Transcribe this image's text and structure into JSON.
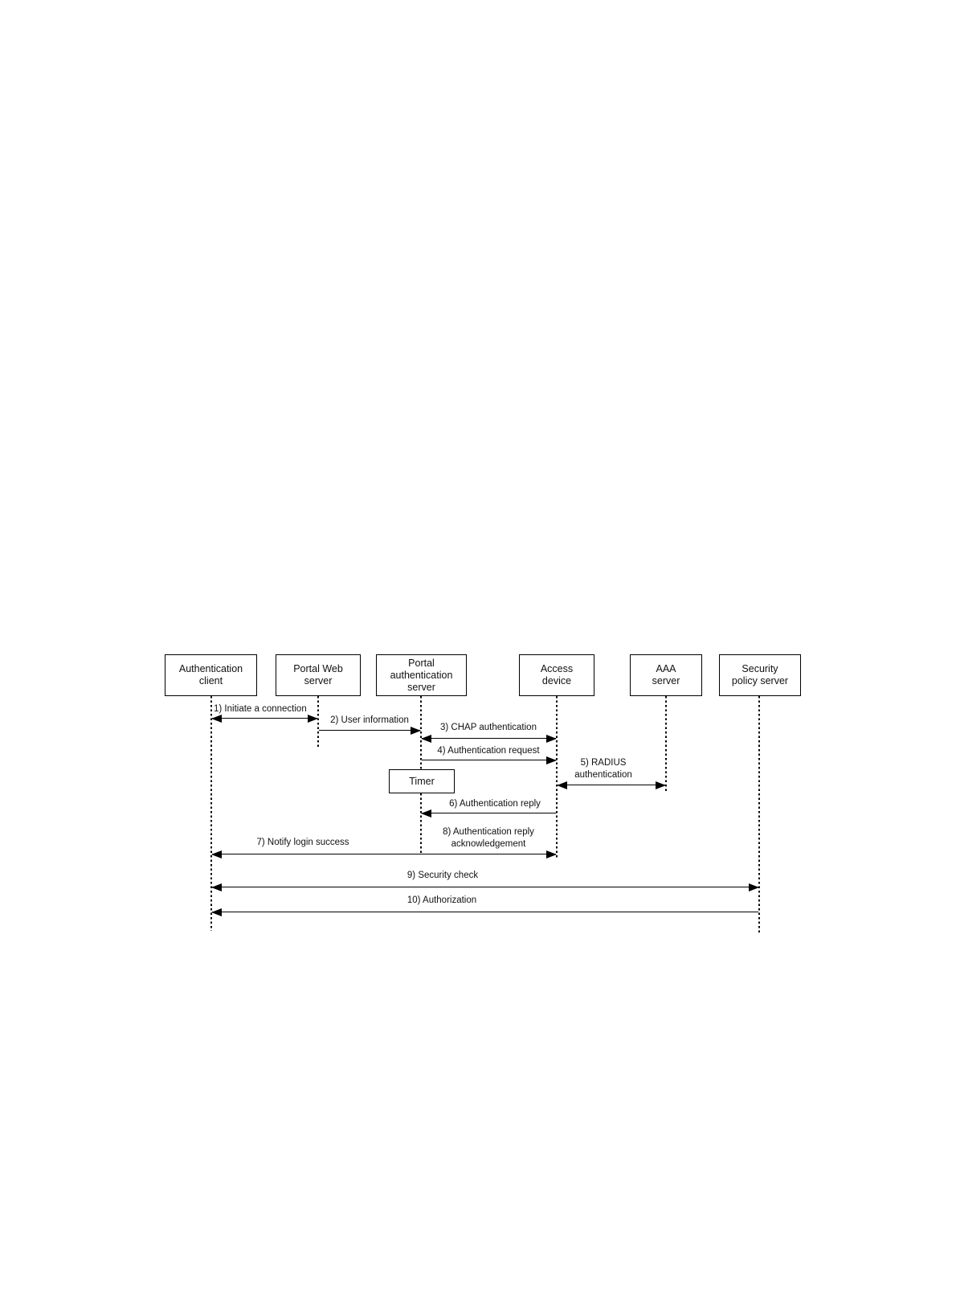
{
  "diagram": {
    "type": "sequence-diagram",
    "colors": {
      "line": "#000000",
      "text": "#111111",
      "background": "#ffffff"
    },
    "actors": [
      {
        "label": "Authentication\nclient"
      },
      {
        "label": "Portal Web\nserver"
      },
      {
        "label": "Portal\nauthentication\nserver"
      },
      {
        "label": "Access\ndevice"
      },
      {
        "label": "AAA\nserver"
      },
      {
        "label": "Security\npolicy server"
      }
    ],
    "timer": {
      "label": "Timer"
    },
    "messages": [
      {
        "label": "1) Initiate a connection",
        "from": "Authentication client",
        "to": "Portal Web server",
        "arrowheads": "both"
      },
      {
        "label": "2) User information",
        "from": "Portal Web server",
        "to": "Portal authentication server",
        "arrowheads": "right"
      },
      {
        "label": "3) CHAP authentication",
        "from": "Portal authentication server",
        "to": "Access device",
        "arrowheads": "both"
      },
      {
        "label": "4) Authentication request",
        "from": "Portal authentication server",
        "to": "Access device",
        "arrowheads": "right"
      },
      {
        "label": "5) RADIUS\nauthentication",
        "from": "Access device",
        "to": "AAA server",
        "arrowheads": "both"
      },
      {
        "label": "6) Authentication reply",
        "from": "Access device",
        "to": "Portal authentication server",
        "arrowheads": "left"
      },
      {
        "label": "7) Notify login success",
        "from": "Portal authentication server",
        "to": "Authentication client",
        "arrowheads": "left"
      },
      {
        "label": "8) Authentication reply\nacknowledgement",
        "from": "Portal authentication server",
        "to": "Access device",
        "arrowheads": "right"
      },
      {
        "label": "9) Security check",
        "from": "Authentication client",
        "to": "Security policy server",
        "arrowheads": "both"
      },
      {
        "label": "10) Authorization",
        "from": "Security policy server",
        "to": "Authentication client",
        "arrowheads": "left"
      }
    ]
  }
}
